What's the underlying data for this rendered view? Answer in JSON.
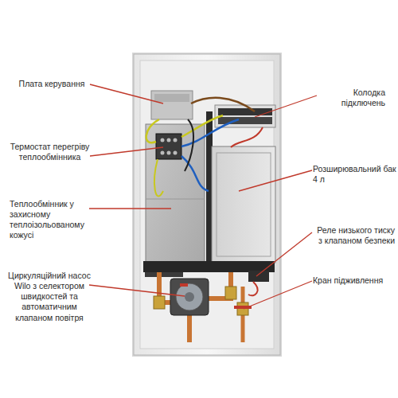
{
  "diagram": {
    "labels": [
      "Плата керування",
      "Колодка підключень",
      "Термостат перегріву теплообмінника",
      "Розширювальний бак 4 л",
      "Теплообмінник у захисному теплоізольованому кожусі",
      "Реле низького тиску з клапаном безпеки",
      "Циркуляційний насос Wilo з селектором швидкостей та автоматичним клапаном повітря",
      "Кран підживлення"
    ]
  }
}
